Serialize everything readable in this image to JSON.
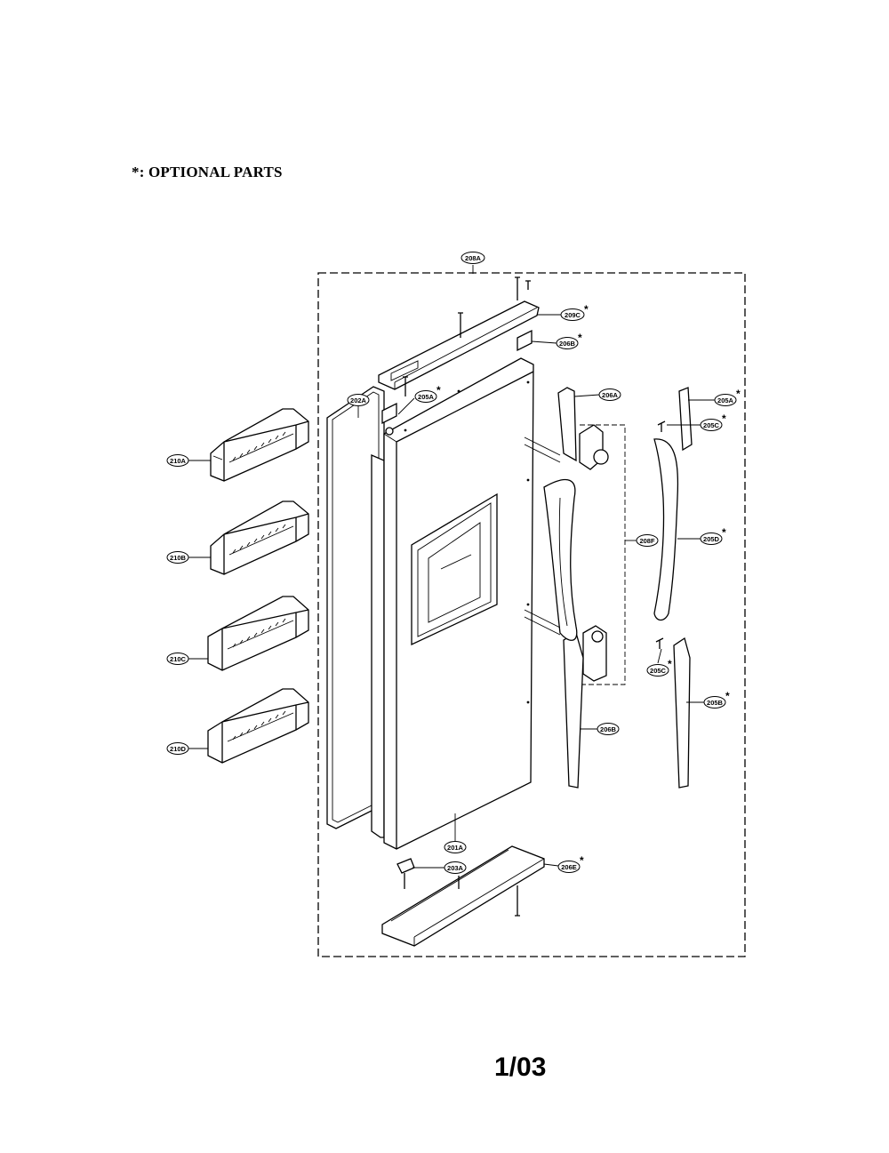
{
  "header": {
    "note": "*: OPTIONAL PARTS"
  },
  "footer": {
    "page_number": "1/03"
  },
  "callouts": {
    "c208A": "208A",
    "c209C": "209C",
    "c206B": "206B",
    "c202A": "202A",
    "c205A_top": "205A",
    "c206A": "206A",
    "c205A_right": "205A",
    "c205C_top": "205C",
    "c210A": "210A",
    "c210B": "210B",
    "c210C": "210C",
    "c210D": "210D",
    "c208F": "208F",
    "c205D": "205D",
    "c205C_bot": "205C",
    "c205B": "205B",
    "c206B_low": "206B",
    "c201A": "201A",
    "c203A": "203A",
    "c206E": "206E"
  },
  "optional_marker": "*"
}
